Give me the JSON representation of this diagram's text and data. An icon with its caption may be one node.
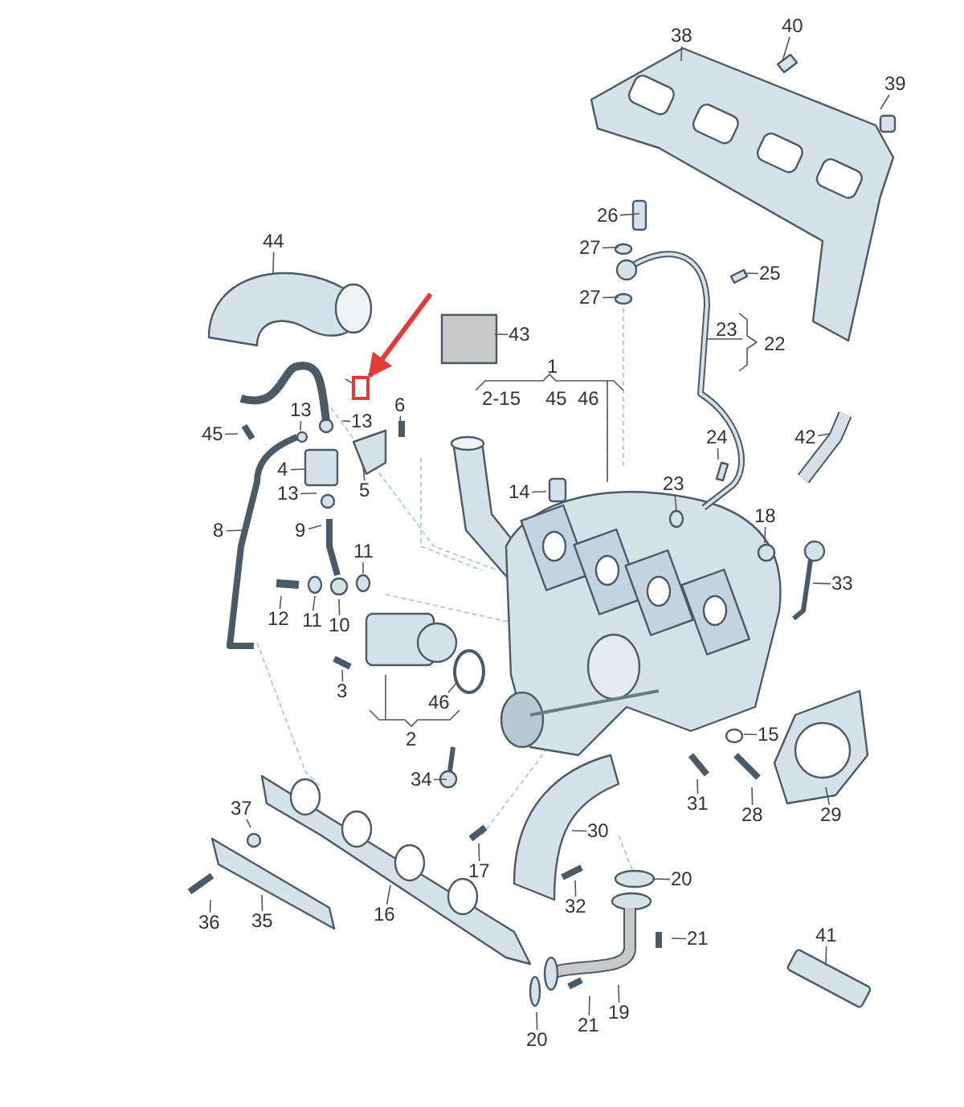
{
  "diagram": {
    "nodes": [
      {
        "text": [
          "38"
        ]
      },
      {
        "text": [
          "40"
        ]
      },
      {
        "text": [
          "39"
        ]
      },
      {
        "text": [
          "26"
        ]
      },
      {
        "text": [
          "44"
        ]
      },
      {
        "text": [
          "27"
        ]
      },
      {
        "text": [
          "25"
        ]
      },
      {
        "text": [
          "27"
        ]
      },
      {
        "text": [
          "43"
        ]
      },
      {
        "text": [],
        "shape": "box"
      },
      {
        "text": [
          "6"
        ]
      },
      {
        "text": [
          "13"
        ]
      },
      {
        "text": [
          "13"
        ]
      },
      {
        "text": [
          "45"
        ]
      },
      {
        "text": [
          "24"
        ]
      },
      {
        "text": [
          "42"
        ]
      },
      {
        "text": [
          "4"
        ]
      },
      {
        "text": [
          "23"
        ]
      },
      {
        "text": [
          "5"
        ]
      },
      {
        "text": [
          "14"
        ]
      },
      {
        "text": [
          "13"
        ]
      },
      {
        "text": [
          "18"
        ]
      },
      {
        "text": [
          "9"
        ]
      },
      {
        "text": [
          "8"
        ]
      },
      {
        "text": [
          "11"
        ]
      },
      {
        "text": [
          "33"
        ]
      },
      {
        "text": [
          "12"
        ]
      },
      {
        "text": [
          "11"
        ]
      },
      {
        "text": [
          "10"
        ]
      },
      {
        "text": [
          "3"
        ]
      },
      {
        "text": [
          "46"
        ]
      },
      {
        "text": [
          "15"
        ]
      },
      {
        "text": [
          "34"
        ]
      },
      {
        "text": [
          "31"
        ]
      },
      {
        "text": [
          "37"
        ]
      },
      {
        "text": [
          "28"
        ]
      },
      {
        "text": [
          "29"
        ]
      },
      {
        "text": [
          "30"
        ]
      },
      {
        "text": [
          "17"
        ]
      },
      {
        "text": [
          "20"
        ]
      },
      {
        "text": [
          "32"
        ]
      },
      {
        "text": [
          "16"
        ]
      },
      {
        "text": [
          "35"
        ]
      },
      {
        "text": [
          "36"
        ]
      },
      {
        "text": [
          "41"
        ]
      },
      {
        "text": [
          "21"
        ]
      },
      {
        "text": [
          "19"
        ]
      },
      {
        "text": [
          "21"
        ]
      },
      {
        "text": [
          "20"
        ]
      }
    ],
    "edges": [
      {
        "from": 0,
        "to": null,
        "arrow": "none"
      },
      {
        "from": 1,
        "to": null,
        "arrow": "none"
      },
      {
        "from": 2,
        "to": null,
        "arrow": "none"
      },
      {
        "from": 3,
        "to": null,
        "arrow": "none"
      },
      {
        "from": 4,
        "to": null,
        "arrow": "none"
      },
      {
        "from": 5,
        "to": null,
        "arrow": "none"
      },
      {
        "from": 6,
        "to": null,
        "arrow": "none"
      },
      {
        "from": 7,
        "to": null,
        "arrow": "none"
      },
      {
        "from": 8,
        "to": null,
        "arrow": "none"
      },
      {
        "from": 9,
        "to": null,
        "arrow": "none"
      },
      {
        "from": 10,
        "to": null,
        "arrow": "none"
      },
      {
        "from": 11,
        "to": null,
        "arrow": "none"
      },
      {
        "from": 12,
        "to": null,
        "arrow": "none"
      },
      {
        "from": 13,
        "to": null,
        "arrow": "none"
      },
      {
        "from": 14,
        "to": null,
        "arrow": "none"
      },
      {
        "from": 15,
        "to": null,
        "arrow": "none"
      },
      {
        "from": 16,
        "to": null,
        "arrow": "none"
      },
      {
        "from": 17,
        "to": null,
        "arrow": "none"
      },
      {
        "from": 18,
        "to": null,
        "arrow": "none"
      },
      {
        "from": 19,
        "to": null,
        "arrow": "none"
      },
      {
        "from": 20,
        "to": null,
        "arrow": "none"
      },
      {
        "from": 21,
        "to": null,
        "arrow": "none"
      },
      {
        "from": 22,
        "to": null,
        "arrow": "none"
      },
      {
        "from": 23,
        "to": null,
        "arrow": "none"
      },
      {
        "from": 24,
        "to": null,
        "arrow": "none"
      },
      {
        "from": 25,
        "to": null,
        "arrow": "none"
      },
      {
        "from": 26,
        "to": null,
        "arrow": "none"
      },
      {
        "from": 27,
        "to": null,
        "arrow": "none"
      },
      {
        "from": 28,
        "to": null,
        "arrow": "none"
      },
      {
        "from": 29,
        "to": null,
        "arrow": "none"
      },
      {
        "from": 30,
        "to": null,
        "arrow": "none"
      },
      {
        "from": 31,
        "to": null,
        "arrow": "none"
      },
      {
        "from": 32,
        "to": null,
        "arrow": "none"
      },
      {
        "from": 33,
        "to": null,
        "arrow": "none"
      },
      {
        "from": 34,
        "to": null,
        "arrow": "none"
      },
      {
        "from": 35,
        "to": null,
        "arrow": "none"
      },
      {
        "from": 36,
        "to": null,
        "arrow": "none"
      },
      {
        "from": 37,
        "to": null,
        "arrow": "none"
      },
      {
        "from": 38,
        "to": null,
        "arrow": "none"
      },
      {
        "from": 39,
        "to": null,
        "arrow": "none"
      },
      {
        "from": 40,
        "to": null,
        "arrow": "none"
      },
      {
        "from": 41,
        "to": null,
        "arrow": "none"
      },
      {
        "from": 42,
        "to": null,
        "arrow": "none"
      },
      {
        "from": 43,
        "to": null,
        "arrow": "none"
      },
      {
        "from": 44,
        "to": null,
        "arrow": "none"
      },
      {
        "from": 45,
        "to": null,
        "arrow": "none"
      },
      {
        "from": 46,
        "to": null,
        "arrow": "none"
      },
      {
        "from": 47,
        "to": null,
        "arrow": "none"
      },
      {
        "from": 48,
        "to": null,
        "arrow": "none"
      },
      {
        "from": null,
        "to": 9,
        "arrow": "to",
        "style": "thick",
        "color": "#e53935"
      }
    ],
    "labels": [
      "23",
      "22",
      "1",
      "2-15",
      "45",
      "46",
      "2"
    ]
  }
}
